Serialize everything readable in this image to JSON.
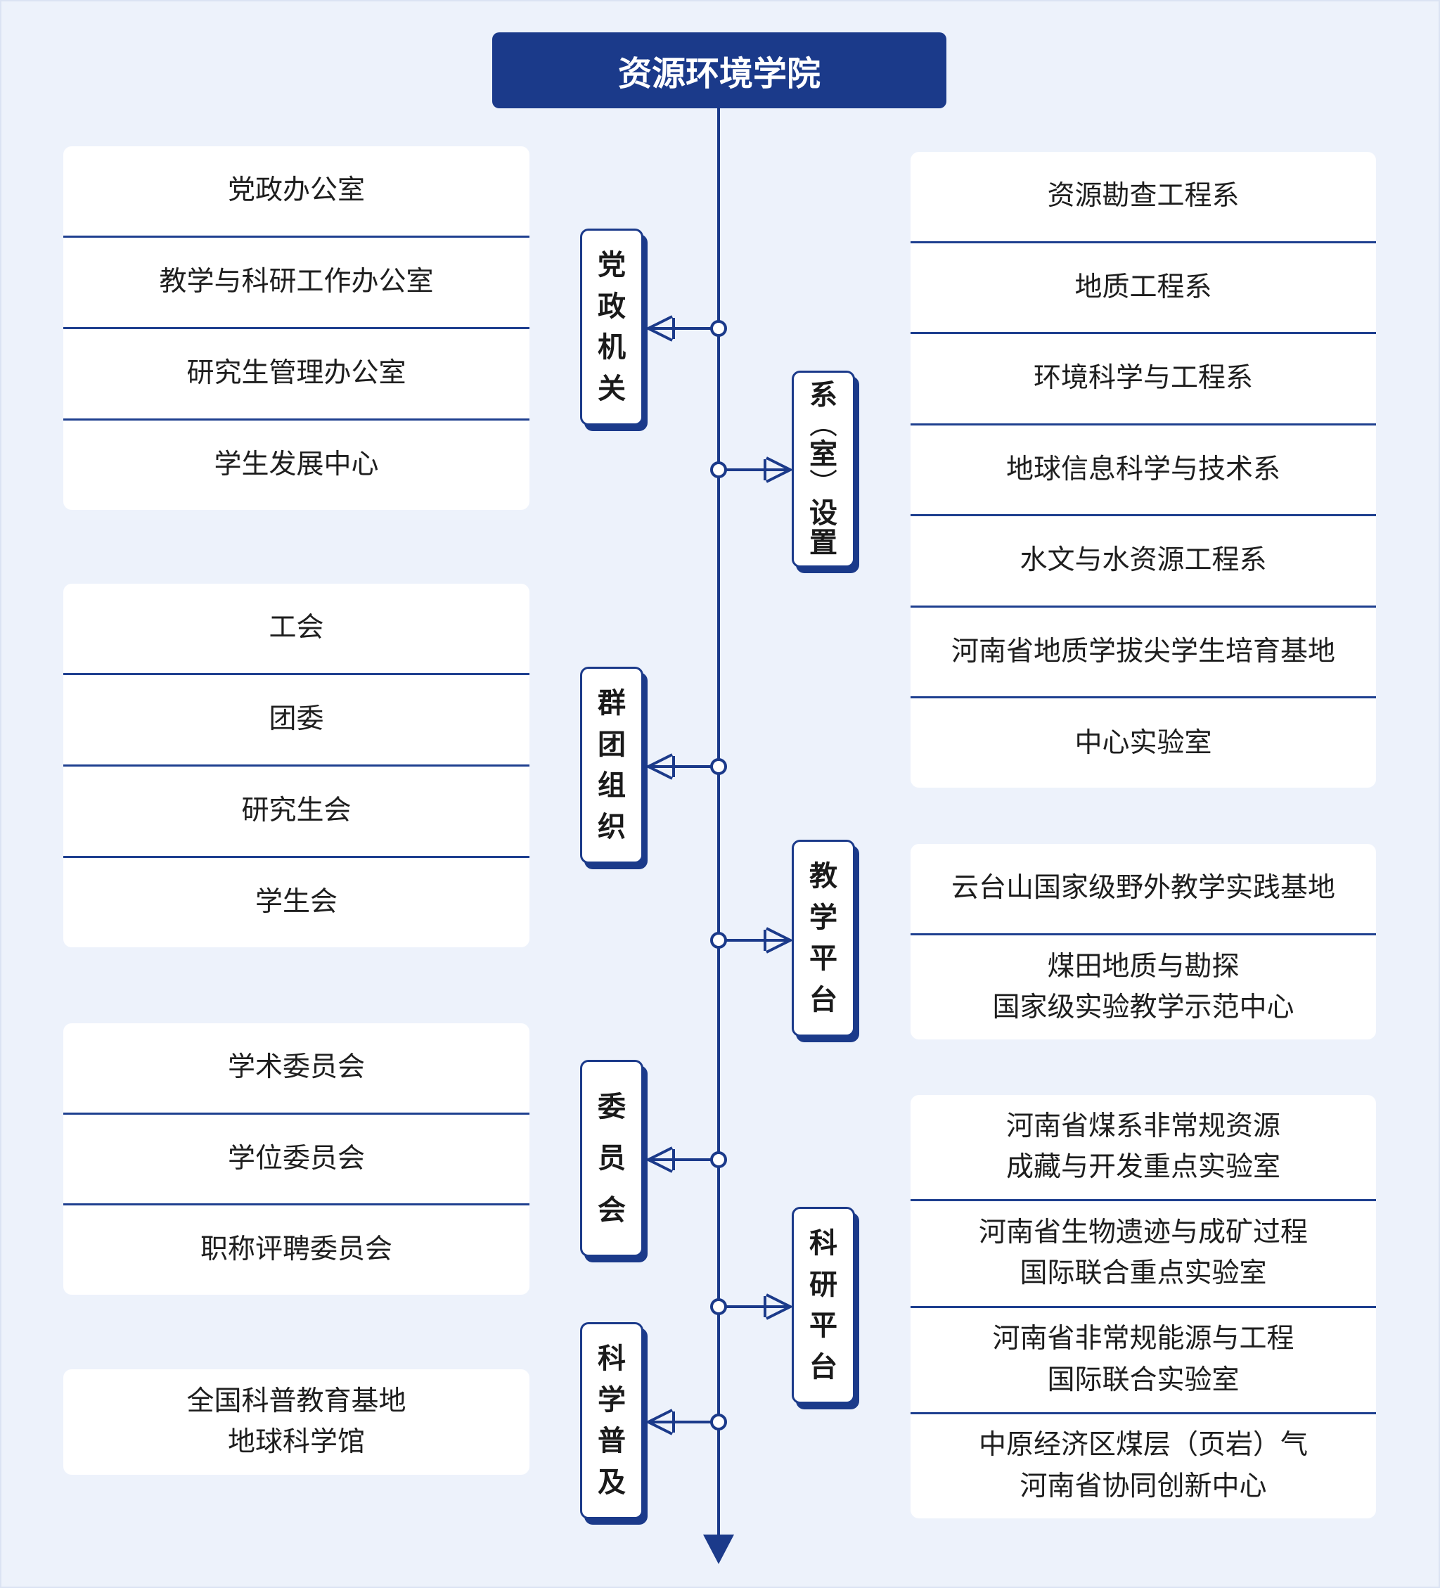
{
  "title": "资源环境学院",
  "colors": {
    "primary": "#1b3a8a",
    "background": "#edf2fb",
    "card": "#ffffff",
    "text": "#1e1e1e"
  },
  "left": [
    {
      "label": "党政机关",
      "items": [
        "党政办公室",
        "教学与科研工作办公室",
        "研究生管理办公室",
        "学生发展中心"
      ]
    },
    {
      "label": "群团组织",
      "items": [
        "工会",
        "团委",
        "研究生会",
        "学生会"
      ]
    },
    {
      "label": "委员会",
      "items": [
        "学术委员会",
        "学位委员会",
        "职称评聘委员会"
      ]
    },
    {
      "label": "科学普及",
      "items": [
        "全国科普教育基地\n地球科学馆"
      ]
    }
  ],
  "right": [
    {
      "label": "系（室）设置",
      "items": [
        "资源勘查工程系",
        "地质工程系",
        "环境科学与工程系",
        "地球信息科学与技术系",
        "水文与水资源工程系",
        "河南省地质学拔尖学生培育基地",
        "中心实验室"
      ]
    },
    {
      "label": "教学平台",
      "items": [
        "云台山国家级野外教学实践基地",
        "煤田地质与勘探\n国家级实验教学示范中心"
      ]
    },
    {
      "label": "科研平台",
      "items": [
        "河南省煤系非常规资源\n成藏与开发重点实验室",
        "河南省生物遗迹与成矿过程\n国际联合重点实验室",
        "河南省非常规能源与工程\n国际联合实验室",
        "中原经济区煤层（页岩）气\n河南省协同创新中心"
      ]
    }
  ]
}
